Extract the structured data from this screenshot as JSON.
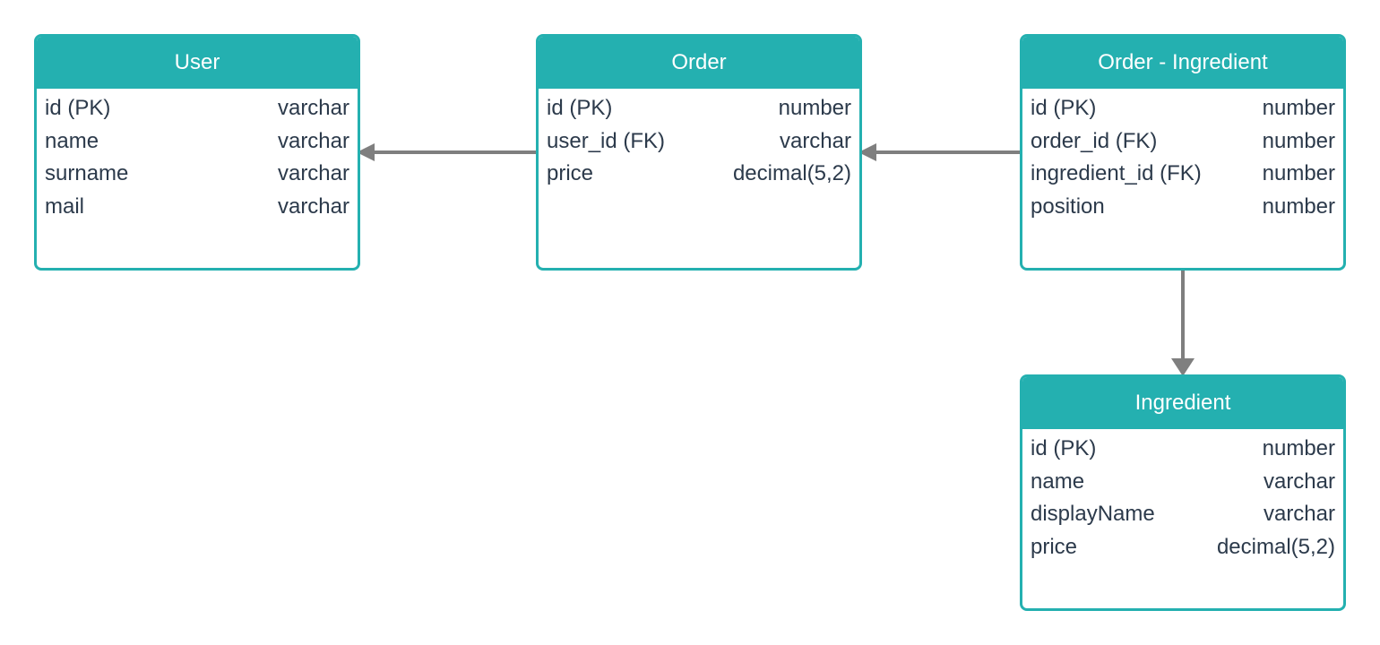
{
  "colors": {
    "header": "#24b0b0",
    "border": "#24b0b0",
    "text": "#2c3a4b",
    "connector": "#7f7f7f"
  },
  "entities": [
    {
      "title": "User",
      "fields": [
        {
          "name": "id (PK)",
          "type": "varchar"
        },
        {
          "name": "name",
          "type": "varchar"
        },
        {
          "name": "surname",
          "type": "varchar"
        },
        {
          "name": "mail",
          "type": "varchar"
        }
      ]
    },
    {
      "title": "Order",
      "fields": [
        {
          "name": "id (PK)",
          "type": "number"
        },
        {
          "name": "user_id (FK)",
          "type": "varchar"
        },
        {
          "name": "price",
          "type": "decimal(5,2)"
        }
      ]
    },
    {
      "title": "Order - Ingredient",
      "fields": [
        {
          "name": "id (PK)",
          "type": "number"
        },
        {
          "name": "order_id (FK)",
          "type": "number"
        },
        {
          "name": "ingredient_id (FK)",
          "type": "number"
        },
        {
          "name": "position",
          "type": "number"
        }
      ]
    },
    {
      "title": "Ingredient",
      "fields": [
        {
          "name": "id (PK)",
          "type": "number"
        },
        {
          "name": "name",
          "type": "varchar"
        },
        {
          "name": "displayName",
          "type": "varchar"
        },
        {
          "name": "price",
          "type": "decimal(5,2)"
        }
      ]
    }
  ],
  "relationships": [
    {
      "from": "Order",
      "to": "User"
    },
    {
      "from": "Order - Ingredient",
      "to": "Order"
    },
    {
      "from": "Order - Ingredient",
      "to": "Ingredient"
    }
  ]
}
